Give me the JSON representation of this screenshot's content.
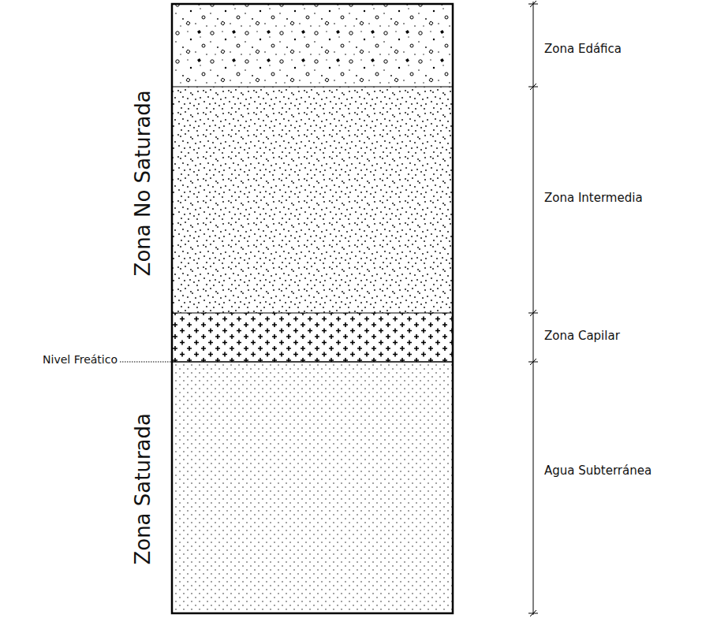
{
  "diagram": {
    "labels": [
      "Zona Edáfica",
      "Zona Intermedia",
      "Zona Capilar",
      "Agua Subterránea",
      "Zona No Saturada",
      "Zona Saturada",
      "Nivel Freático"
    ]
  }
}
